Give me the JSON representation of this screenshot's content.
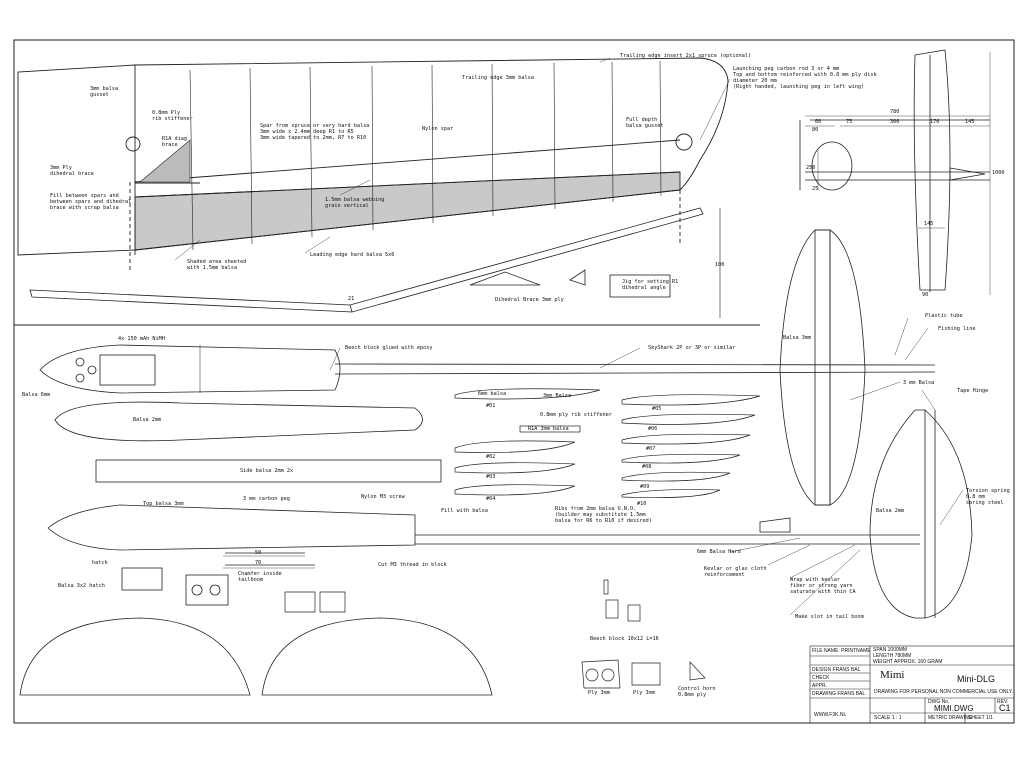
{
  "labels": {
    "te_insert": "Trailing edge insert 2x1 spruce (optional)",
    "balsa_gusset_3mm": "3mm balsa\ngusset",
    "ply_rib_stiffener": "0.8mm Ply\nrib stiffener",
    "r1a_diag": "R1A diag\nbrace",
    "trailing_edge": "Trailing edge 3mm balsa",
    "launching_peg": "Launching peg carbon rod 3 or 4 mm\nTop and bottom reinforced with 0.8 mm ply disk\ndiameter 20 mm\n(Right handed, launching peg in left wing)",
    "spar_note": "Spar from spruce or very hard balsa\n3mm wide x 2.4mm deep R1 to R5\n3mm wide tapered to 2mm, R7 to R10",
    "nylon_spar": "Nylon spar",
    "full_depth_gusset": "Full depth\nbalsa gusset",
    "dihedral_brace_3mm": "3mm Ply\ndihedral brace",
    "fill_between": "Fill between spars and\nbetween spars and dihedral\nbrace with scrap balsa",
    "webbing": "1.5mm balsa webbing\ngrain vertical",
    "shaded_sheeted": "Shaded area sheeted\nwith 1.5mm balsa",
    "le_hard": "Leading edge hard balsa 5x6",
    "jig_note": "Jig for setting R1\ndihedral angle",
    "dihedral_brace_ply": "Dihedral Brace 3mm ply",
    "nimh": "4x 150 mAh NiMH",
    "beech_glued": "Beech block glued with epoxy",
    "skyshark": "SkyShark 2P or 3P or similar",
    "balsa_6mm": "Balsa 6mm",
    "balsa_2mm_a": "Balsa 2mm",
    "side_balsa": "Side balsa 2mm 2x",
    "balsa_3mm_stab": "Balsa 3mm",
    "plastic_tube": "Plastic tube",
    "fishing_line": "Fishing line",
    "balsa_3mm_fin": "3 mm Balsa",
    "tape_hinge": "Tape Hinge",
    "balsa_2mm_b": "Balsa 2mm",
    "torsion_spring": "Torsion spring\n0.8 mm\nspring steel",
    "ribs_6mm": "6mm balsa",
    "ribs_3mm": "3mm Balsa",
    "rib_stiffener": "0.8mm ply rib stiffener",
    "r1a": "R1A 3mm balsa",
    "ribs_note": "Ribs from 2mm balsa U.N.O.\n(builder may substitute 1.5mm\nbalsa for R6 to R10 if desired)",
    "top_balsa": "Top balsa 3mm",
    "carbon_peg": "3 mm carbon peg",
    "nylon_screw": "Nylon M3 screw",
    "fill_balsa": "Fill with balsa",
    "hatch": "hatch",
    "balsa_hatch": "Balsa 3x2 hatch",
    "chamfer": "Chamfer inside\ntailboom",
    "cut_thread": "Cut M3 thread in block",
    "balsa_hard_6mm": "6mm Balsa Hard",
    "kevlar": "Kevlar or glas cloth\nreinforcement",
    "wrap": "Wrap with kevlar\nfiber or strong yarn\nsaturate with thin CA",
    "slot": "Make slot in tail boom",
    "beech_block": "Beech block 10x12 L=16",
    "ply_3mm_a": "Ply 3mm",
    "ply_3mm_b": "Ply 3mm",
    "control_horn": "Control horn\n0.8mm ply"
  },
  "rib_ids": [
    "#01",
    "#02",
    "#03",
    "#04",
    "#05",
    "#06",
    "#07",
    "#08",
    "#09",
    "#10"
  ],
  "dims": {
    "d780": "780",
    "d60": "60",
    "d80": "80",
    "d75": "75",
    "d300": "300",
    "d170": "170",
    "d145": "145",
    "d250": "250",
    "d25": "25",
    "d145b": "145",
    "d1000": "1000",
    "d90": "90",
    "d100": "100",
    "d21": "21",
    "d50": "50",
    "d70": "70"
  },
  "title_block": {
    "file_name": "FILE NAME: PRINTNAME",
    "span": "SPAN 1000MM",
    "length": "LENGTH 780MM",
    "weight": "WEIGHT APPROX. 160 GRAM",
    "design": "DESIGN  FRANS BAL",
    "check": "CHECK",
    "appr": "APPR.",
    "drawing": "DRAWING  FRANS BAL",
    "title": "Mimi",
    "subtitle": "Mini-DLG",
    "notice": "DRAWING FOR PERSONAL NON COMMERCIAL USE ONLY.",
    "dwg_no_label": "DWG No.",
    "dwg_no": "MIMI.DWG",
    "rev_label": "REV.",
    "rev": "C1",
    "website": "WWW.F3K.NL",
    "scale": "SCALE 1 : 1",
    "metric": "METRIC DRAWING",
    "sheet": "SHEET 1/1"
  }
}
